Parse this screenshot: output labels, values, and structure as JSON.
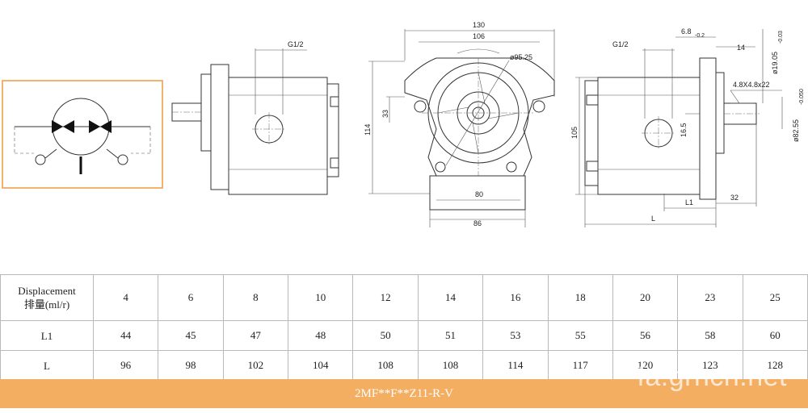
{
  "drawing": {
    "ports": {
      "left": "G1/2",
      "right": "G1/2"
    },
    "front": {
      "w130": "130",
      "w106": "106",
      "dia": "ø95.25",
      "h114": "114",
      "h33": "33",
      "w80": "80",
      "w86": "86"
    },
    "right": {
      "d68": "6.8",
      "d68_tol": "-0.2",
      "d14": "14",
      "dia19": "ø19.05",
      "dia19_tol": "-0.03",
      "key": "4.8X4.8x22",
      "d165": "16.5",
      "h105": "105",
      "dia82": "ø82.55",
      "dia82_tol": "-0.050",
      "L1": "L1",
      "d32": "32",
      "L": "L"
    }
  },
  "table": {
    "header": {
      "en": "Displacement",
      "cn": "排量(ml/r)"
    },
    "displacements": [
      "4",
      "6",
      "8",
      "10",
      "12",
      "14",
      "16",
      "18",
      "20",
      "23",
      "25"
    ],
    "rows": [
      {
        "label": "L1",
        "values": [
          "44",
          "45",
          "47",
          "48",
          "50",
          "51",
          "53",
          "55",
          "56",
          "58",
          "60"
        ]
      },
      {
        "label": "L",
        "values": [
          "96",
          "98",
          "102",
          "104",
          "108",
          "108",
          "114",
          "117",
          "120",
          "123",
          "128"
        ]
      }
    ]
  },
  "model": "2MF**F**Z11-R-V",
  "watermark": "fa.grhcn.net",
  "colors": {
    "accent": "#f4ae62",
    "symbol_border": "#f0a04b"
  }
}
